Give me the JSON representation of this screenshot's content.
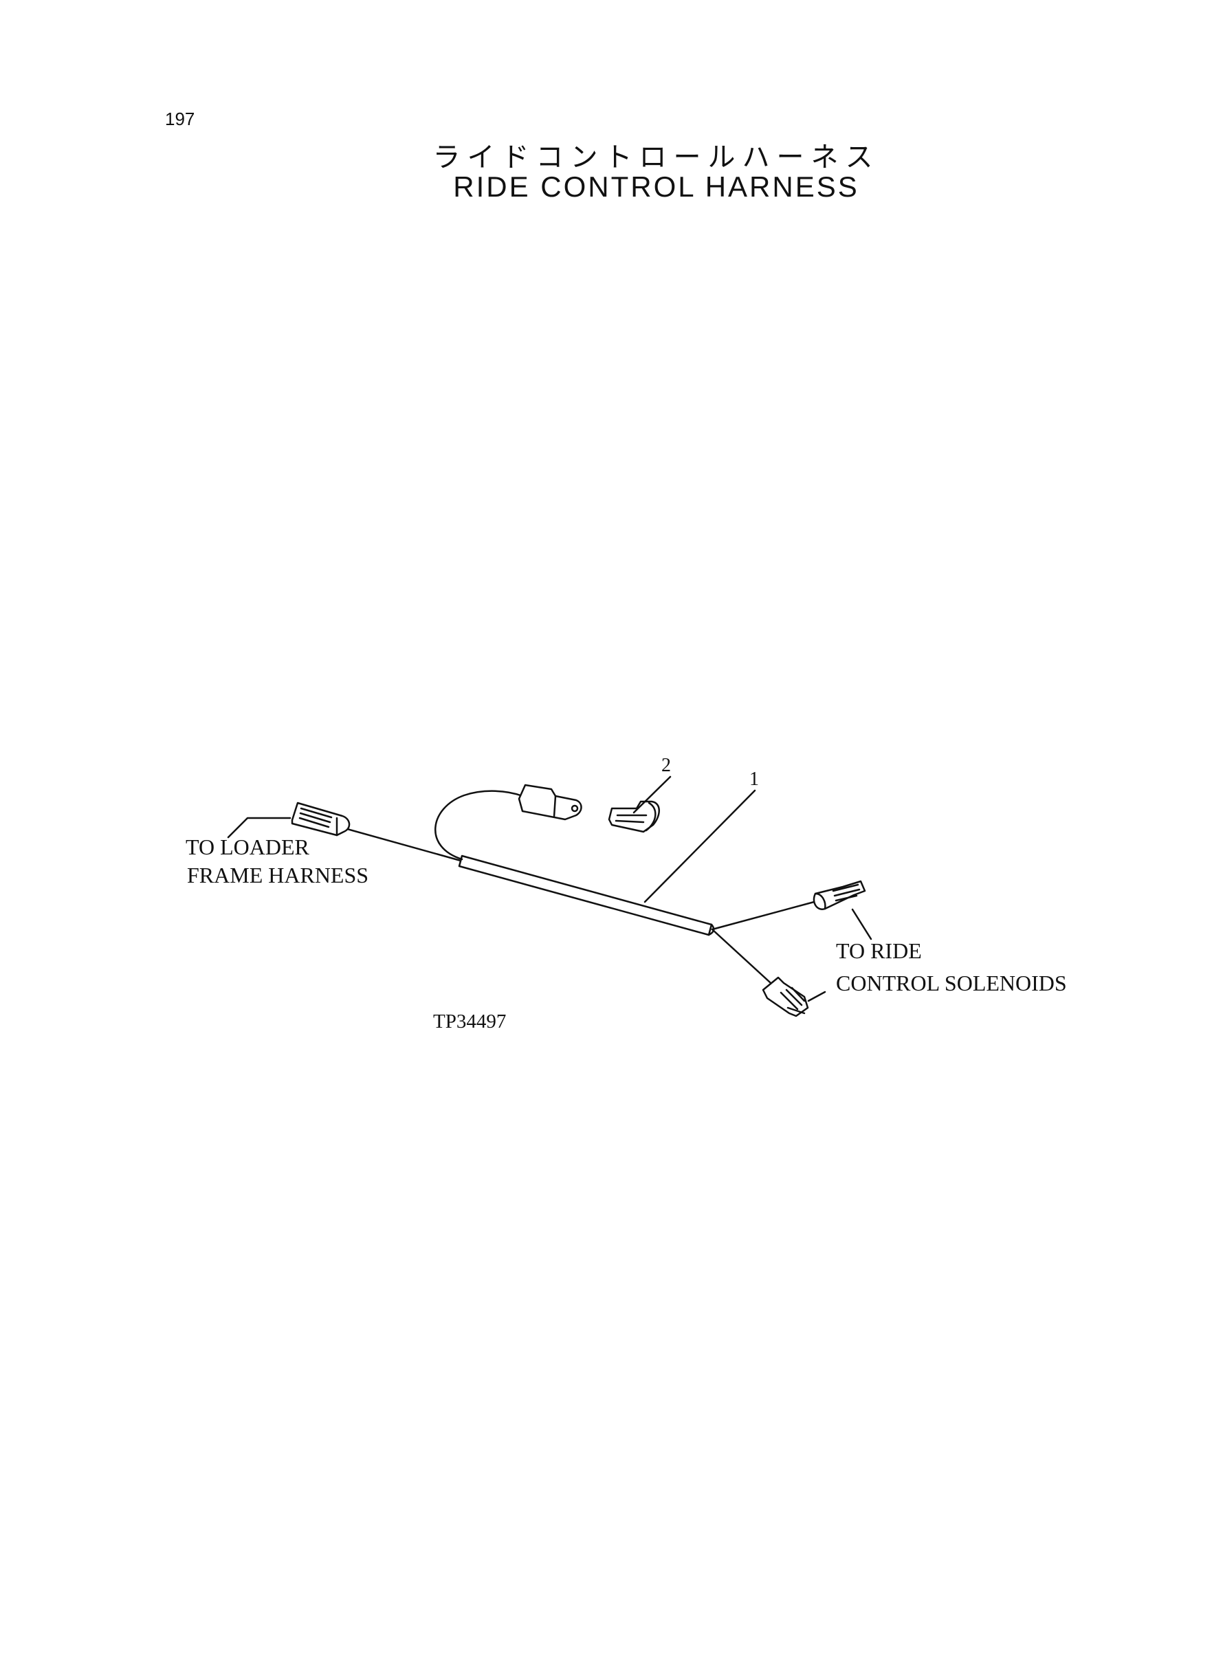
{
  "header": {
    "page_number": "197",
    "title_jp": "ライドコントロールハーネス",
    "title_en": "RIDE CONTROL HARNESS"
  },
  "diagram": {
    "callouts": [
      "1",
      "2"
    ],
    "labels": {
      "loader_line1": "TO LOADER",
      "loader_line2": "FRAME HARNESS",
      "solenoid_line1": "TO RIDE",
      "solenoid_line2": "CONTROL SOLENOIDS"
    },
    "figure_id": "TP34497"
  }
}
